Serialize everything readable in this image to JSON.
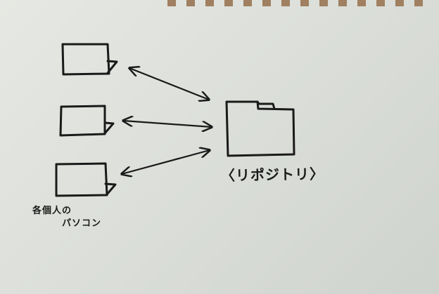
{
  "repository": {
    "label": "〈リポジトリ〉"
  },
  "personal_pcs": {
    "caption_line1": "各個人の",
    "caption_line2": "パソコン",
    "count": 3
  },
  "colors": {
    "paper": "#dfe1dc",
    "ink": "#1a1a1a",
    "binding_hole": "#a08060"
  }
}
